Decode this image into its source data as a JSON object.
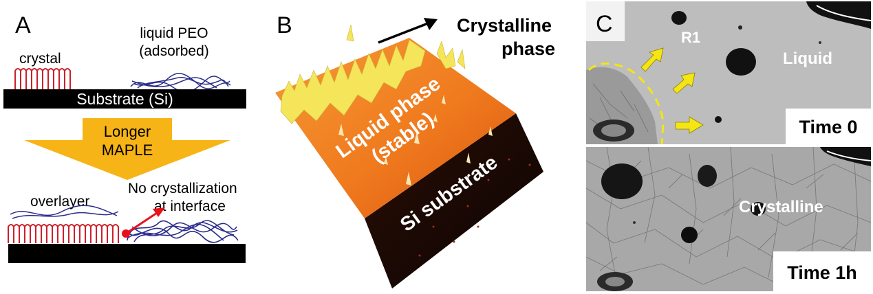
{
  "panel_a": {
    "letter": "A",
    "crystal_label": "crystal",
    "liquid_label_line1": "liquid PEO",
    "liquid_label_line2": "(adsorbed)",
    "substrate_label": "Substrate (Si)",
    "arrow_line1": "Longer",
    "arrow_line2": "MAPLE",
    "overlayer_label": "overlayer",
    "no_cryst_line1": "No crystallization",
    "no_cryst_line2": "at interface",
    "colors": {
      "crystal": "#cc1f2a",
      "liquid": "#2b2c8c",
      "arrow": "#f7b416",
      "pointer": "#e8111b"
    }
  },
  "panel_b": {
    "letter": "B",
    "crystalline_line1": "Crystalline",
    "crystalline_line2": "phase",
    "liquid_line1": "Liquid phase",
    "liquid_line2": "(stable)",
    "substrate_label": "Si substrate",
    "colors": {
      "liquid_surface": "#f07a1e",
      "crystal_peaks": "#f5e55a",
      "substrate": "#1a0804"
    }
  },
  "panel_c": {
    "letter": "C",
    "region_label": "R1",
    "liquid_label": "Liquid",
    "time0_label": "Time 0",
    "crystalline_label": "Crystalline",
    "time1_label": "Time 1h",
    "colors": {
      "arrows": "#f5e512",
      "boundary": "#f5e512"
    }
  }
}
